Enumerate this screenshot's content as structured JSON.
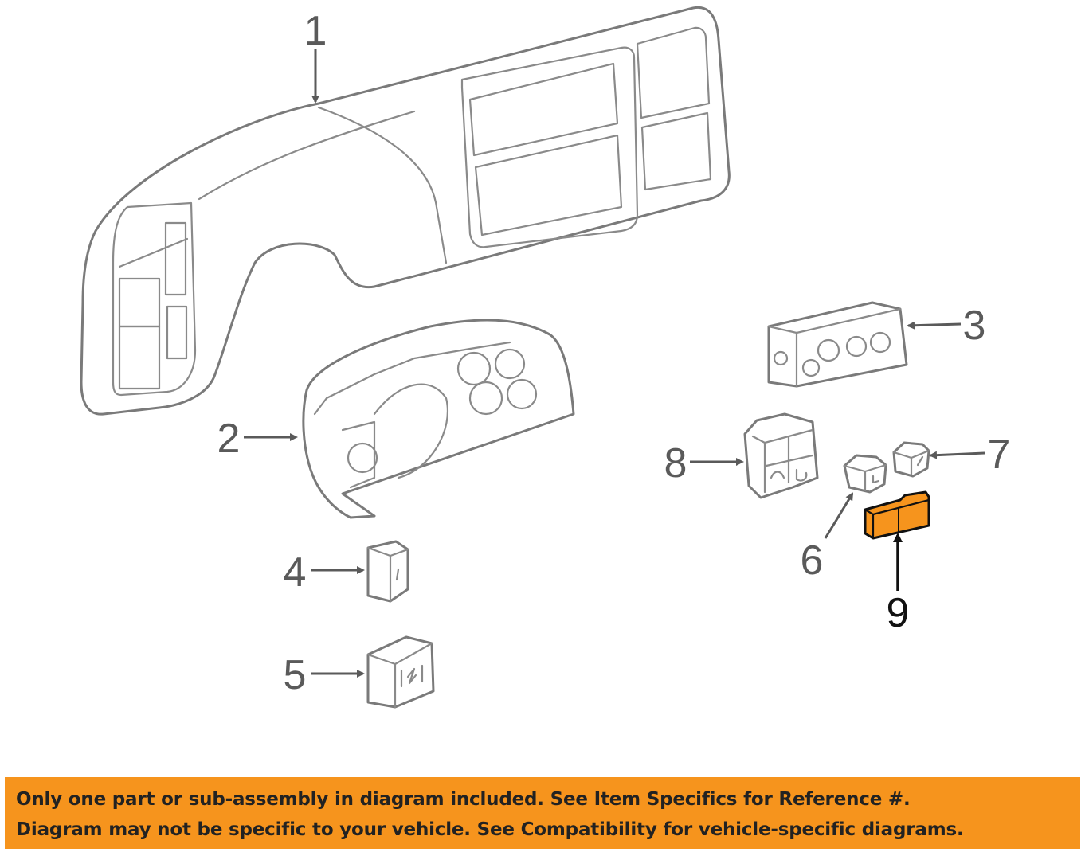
{
  "diagram": {
    "callouts": [
      {
        "number": "1",
        "part": "instrument-panel-bezel"
      },
      {
        "number": "2",
        "part": "instrument-cluster"
      },
      {
        "number": "3",
        "part": "climate-control-unit"
      },
      {
        "number": "4",
        "part": "switch-small"
      },
      {
        "number": "5",
        "part": "switch-hazard"
      },
      {
        "number": "6",
        "part": "switch-knob-6"
      },
      {
        "number": "7",
        "part": "switch-knob-7"
      },
      {
        "number": "8",
        "part": "switch-assembly-8"
      },
      {
        "number": "9",
        "part": "switch-9",
        "highlighted": true
      }
    ],
    "highlight_color": "#f6941d"
  },
  "notice": {
    "line1": "Only one part or sub-assembly in diagram included. See Item Specifics for Reference #.",
    "line2": "Diagram may not be specific to your vehicle. See Compatibility for vehicle-specific diagrams."
  },
  "colors": {
    "banner": "#f6941d",
    "line_art": "#7a7a7a",
    "text": "#222222"
  }
}
